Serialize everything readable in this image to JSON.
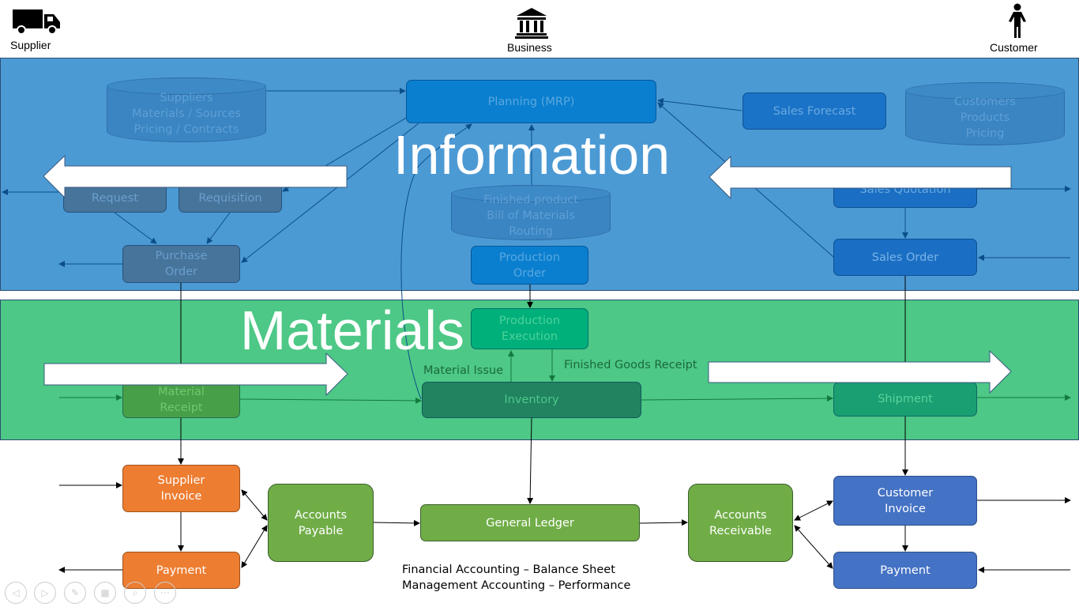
{
  "header": {
    "supplier": "Supplier",
    "business": "Business",
    "customer": "Customer"
  },
  "bands": {
    "information": "Information",
    "materials": "Materials",
    "information_color": "#4c9ad4",
    "materials_color": "#4dc886"
  },
  "information": {
    "suppliers_db": "Suppliers\nMaterials / Sources\nPricing / Contracts",
    "planning": "Planning (MRP)",
    "sales_forecast": "Sales Forecast",
    "customers_db": "Customers\nProducts\nPricing",
    "purchase_request": "Request",
    "purchase_requisition": "Requisition",
    "product_db": "Finished product\nBill of Materials\nRouting",
    "sales_quotation": "Sales Quotation",
    "purchase_order": "Purchase\nOrder",
    "production_order": "Production\nOrder",
    "sales_order": "Sales Order"
  },
  "materials": {
    "production_execution": "Production\nExecution",
    "material_issue": "Material Issue",
    "finished_goods_receipt": "Finished Goods Receipt",
    "material_receipt": "Material\nReceipt",
    "inventory": "Inventory",
    "shipment": "Shipment"
  },
  "finance": {
    "supplier_invoice": "Supplier\nInvoice",
    "accounts_payable": "Accounts\nPayable",
    "general_ledger": "General Ledger",
    "accounts_receivable": "Accounts\nReceivable",
    "customer_invoice": "Customer\nInvoice",
    "payment_supplier": "Payment",
    "payment_customer": "Payment",
    "note_line1": "Financial Accounting – Balance Sheet",
    "note_line2": "Management Accounting – Performance"
  },
  "colors": {
    "orange": "#ed7d31",
    "green": "#70ad47",
    "blue": "#4472c4"
  },
  "toolbar": {
    "icons": [
      "previous-icon",
      "next-icon",
      "pen-icon",
      "slides-icon",
      "zoom-icon",
      "more-icon"
    ]
  }
}
